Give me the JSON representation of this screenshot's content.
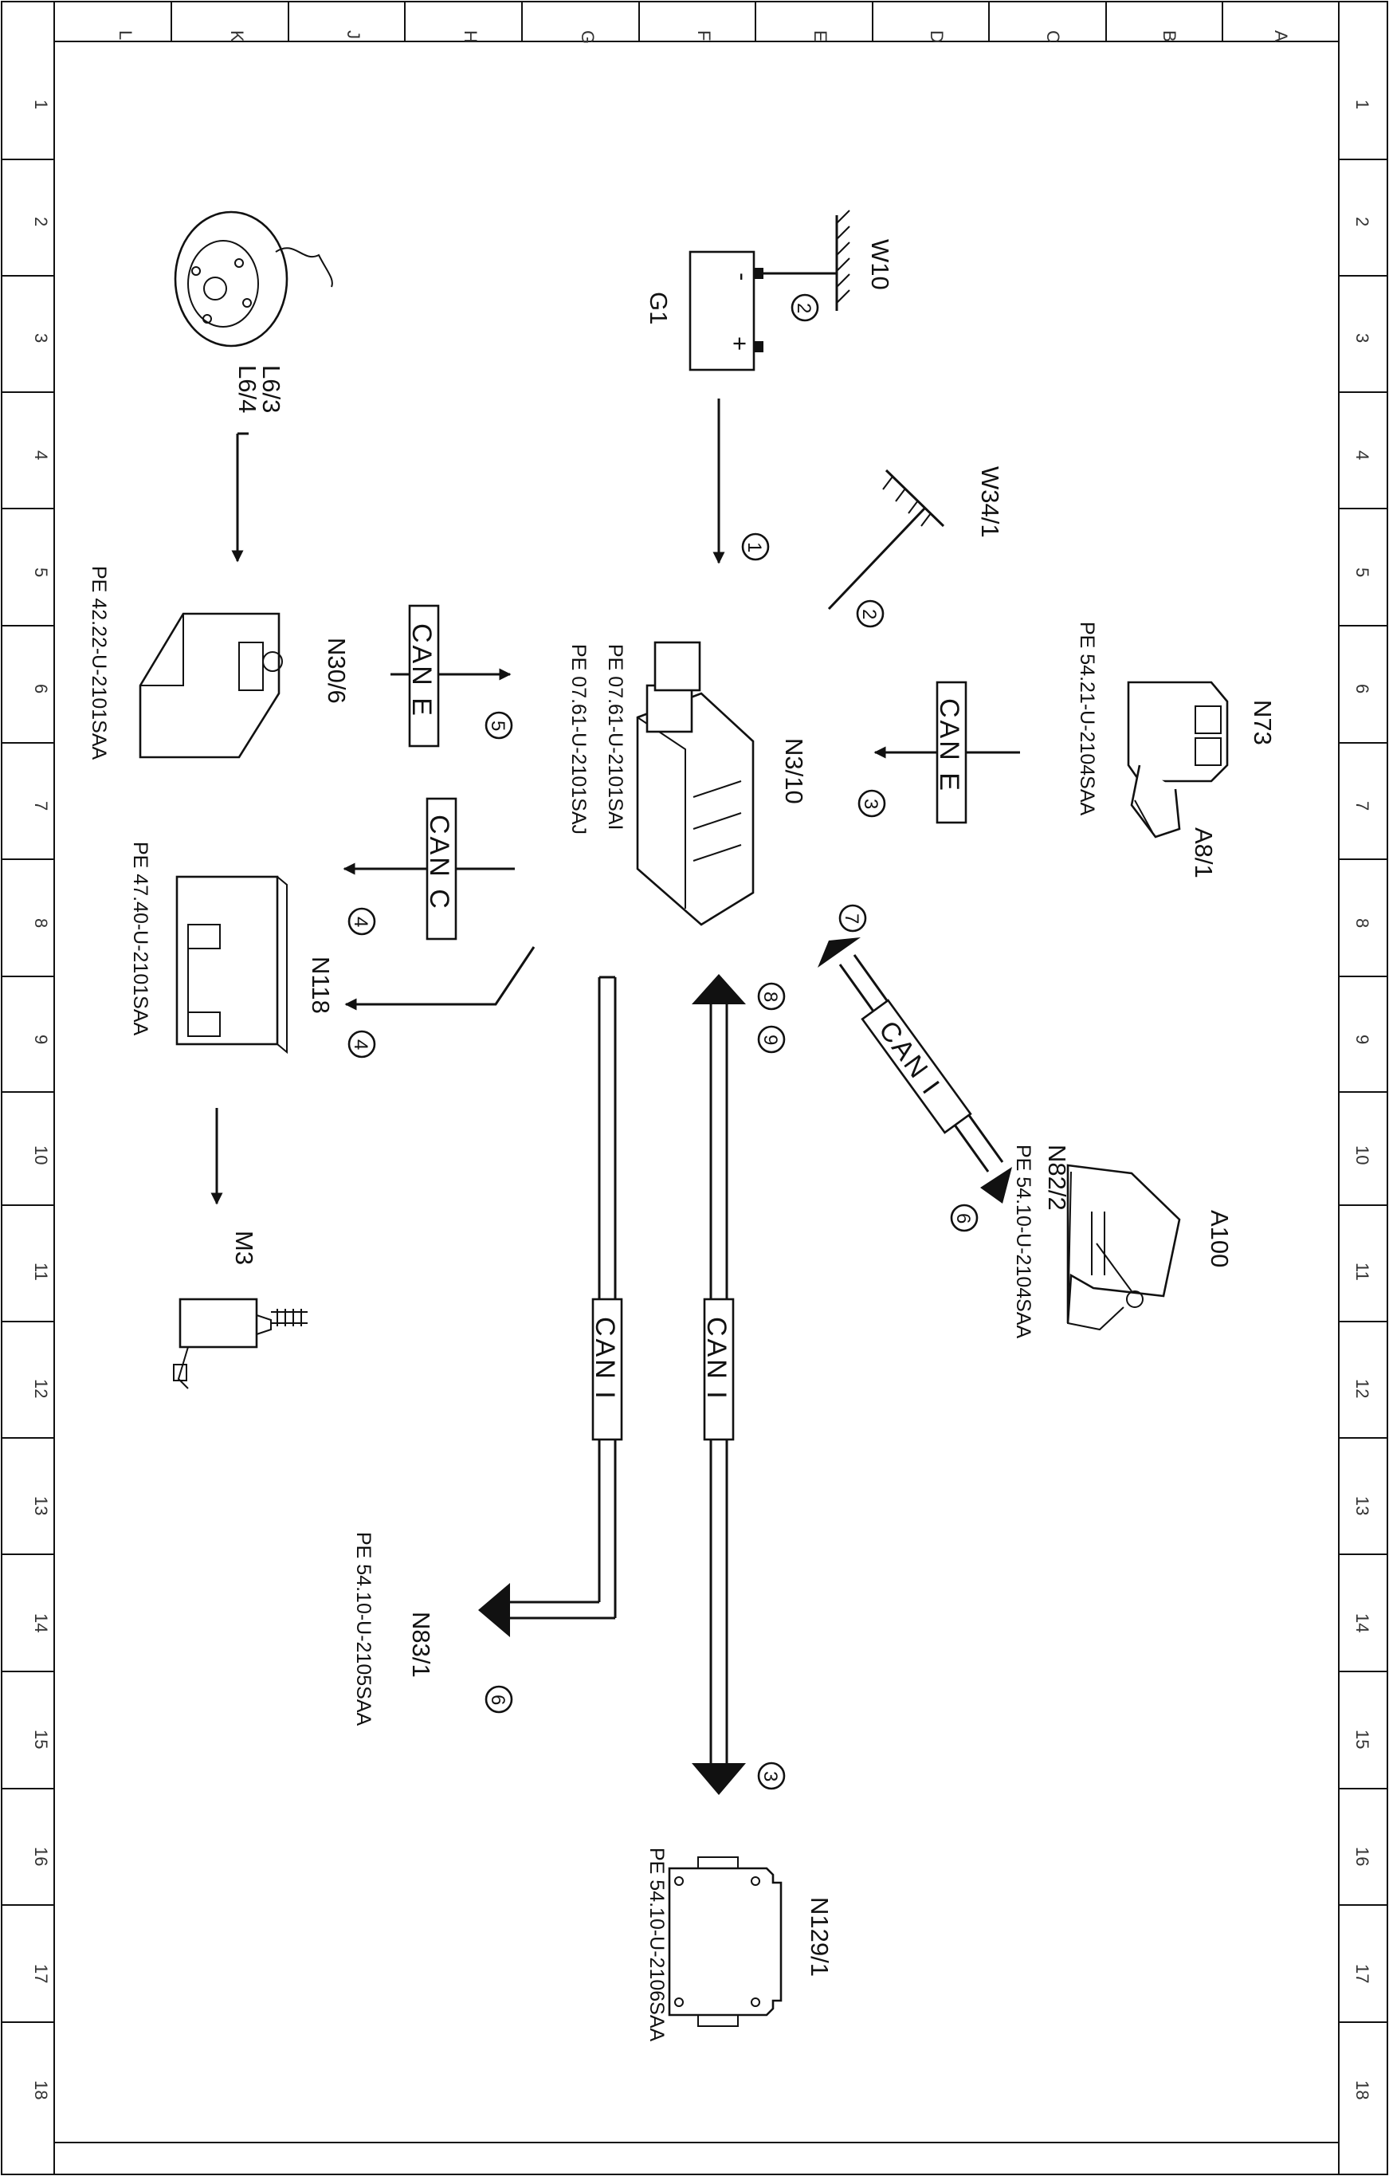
{
  "grid": {
    "columns": [
      "L",
      "K",
      "J",
      "H",
      "G",
      "F",
      "E",
      "D",
      "C",
      "B",
      "A"
    ],
    "rows": [
      "1",
      "2",
      "3",
      "4",
      "5",
      "6",
      "7",
      "8",
      "9",
      "10",
      "11",
      "12",
      "13",
      "14",
      "15",
      "16",
      "17",
      "18"
    ]
  },
  "components": {
    "g1": "G1",
    "w10": "W10",
    "w34_1": "W34/1",
    "n3_10": "N3/10",
    "n73": "N73",
    "a8_1": "A8/1",
    "l6_3": "L6/3",
    "l6_4": "L6/4",
    "n30_6": "N30/6",
    "n118": "N118",
    "m3": "M3",
    "a100": "A100",
    "n82_2": "N82/2",
    "n83_1": "N83/1",
    "n129_1": "N129/1"
  },
  "terminals": {
    "minus": "-",
    "plus": "+"
  },
  "references": {
    "n3_10_a": "PE 07.61-U-2101SAI",
    "n3_10_b": "PE 07.61-U-2101SAJ",
    "n73": "PE 54.21-U-2104SAA",
    "n30_6": "PE 42.22-U-2101SAA",
    "n118": "PE 47.40-U-2101SAA",
    "a100": "PE 54.10-U-2104SAA",
    "n83_1": "PE 54.10-U-2105SAA",
    "n129_1": "PE 54.10-U-2106SAA"
  },
  "buses": {
    "can_e_a": "CAN E",
    "can_e_b": "CAN E",
    "can_c": "CAN C",
    "can_i_a": "CAN I",
    "can_i_b": "CAN I",
    "can_i_c": "CAN I"
  },
  "signals": {
    "s1": "1",
    "s2_w10": "2",
    "s2_w34": "2",
    "s3_n73": "3",
    "s3_n129": "3",
    "s4_a": "4",
    "s4_b": "4",
    "s5": "5",
    "s6_a100": "6",
    "s6_n83": "6",
    "s7": "7",
    "s8": "8",
    "s9": "9"
  }
}
